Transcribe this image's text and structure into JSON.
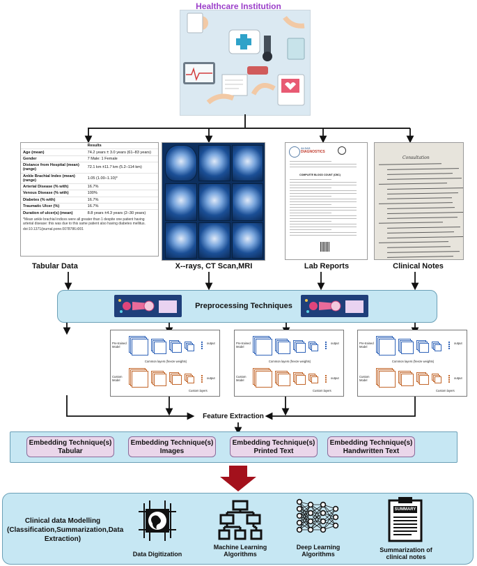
{
  "header": {
    "title": "Healthcare Institution"
  },
  "tabular": {
    "column_header": "Results",
    "rows": [
      [
        "Age (mean)",
        "74.2 years ± 3.0 years (61–83 years)"
      ],
      [
        "Gender",
        "7 Male: 1 Female"
      ],
      [
        "Distance from Hospital (mean) (range)",
        "72.1 km ±11.7 km (5.2–114 km)"
      ],
      [
        "Ankle Brachial Index (mean) (range)",
        "1.05 (1.00–1.10)*"
      ],
      [
        "Arterial Disease (% with)",
        "16.7%"
      ],
      [
        "Venous Disease (% with)",
        "100%"
      ],
      [
        "Diabetes (% with)",
        "16.7%"
      ],
      [
        "Traumatic Ulcer (%)",
        "16.7%"
      ],
      [
        "Duration of ulcer(s) (mean)",
        "8.8 years ±4.3 years (2–30 years)"
      ]
    ],
    "footnote": "*Mean ankle brachial indices were all greater than 1 despite one patient having arterial disease: this was due to this same patient also having diabetes mellitus.",
    "doi": "doi:10.1371/journal.pone.0078786.t001"
  },
  "labels": {
    "tabular": "Tabular Data",
    "imaging": "X--rays, CT Scan,MRI",
    "lab": "Lab Reports",
    "notes": "Clinical Notes"
  },
  "lab_report": {
    "brand_top": "ALSAS",
    "brand_main": "DIAGNOSTICS",
    "section_title": "COMPLETE BLOOD COUNT (CBC)"
  },
  "notes_header": "Consultation",
  "preprocessing": {
    "label": "Preprocessing Techniques"
  },
  "model_panel": {
    "pretrained": "Pre-trained Model",
    "custom": "Custom Model",
    "common": "Common layers (freeze weights)",
    "output": "output",
    "custom_layers": "Custom layers"
  },
  "feature_extraction": "Feature Extraction",
  "embeddings": [
    {
      "line1": "Embedding Technique(s)",
      "line2": "Tabular"
    },
    {
      "line1": "Embedding Technique(s)",
      "line2": "Images"
    },
    {
      "line1": "Embedding Technique(s)",
      "line2": "Printed Text"
    },
    {
      "line1": "Embedding Technique(s)",
      "line2": "Handwritten Text"
    }
  ],
  "modelling": {
    "title": "Clinical data Modelling (Classification,Summarization,Data Extraction)",
    "items": [
      {
        "icon": "globe-chip-icon",
        "label": "Data Digitization"
      },
      {
        "icon": "flowchart-icon",
        "label": "Machine Learning Algorithms"
      },
      {
        "icon": "neural-network-icon",
        "label": "Deep Learning Algorithms"
      },
      {
        "icon": "clipboard-summary-icon",
        "label": "Summarization of clinical notes",
        "badge": "SUMMARY"
      }
    ]
  },
  "colors": {
    "title": "#9b3fc9",
    "band": "#c6e7f3",
    "pill": "#ead6ea",
    "down_arrow": "#a3111c"
  }
}
